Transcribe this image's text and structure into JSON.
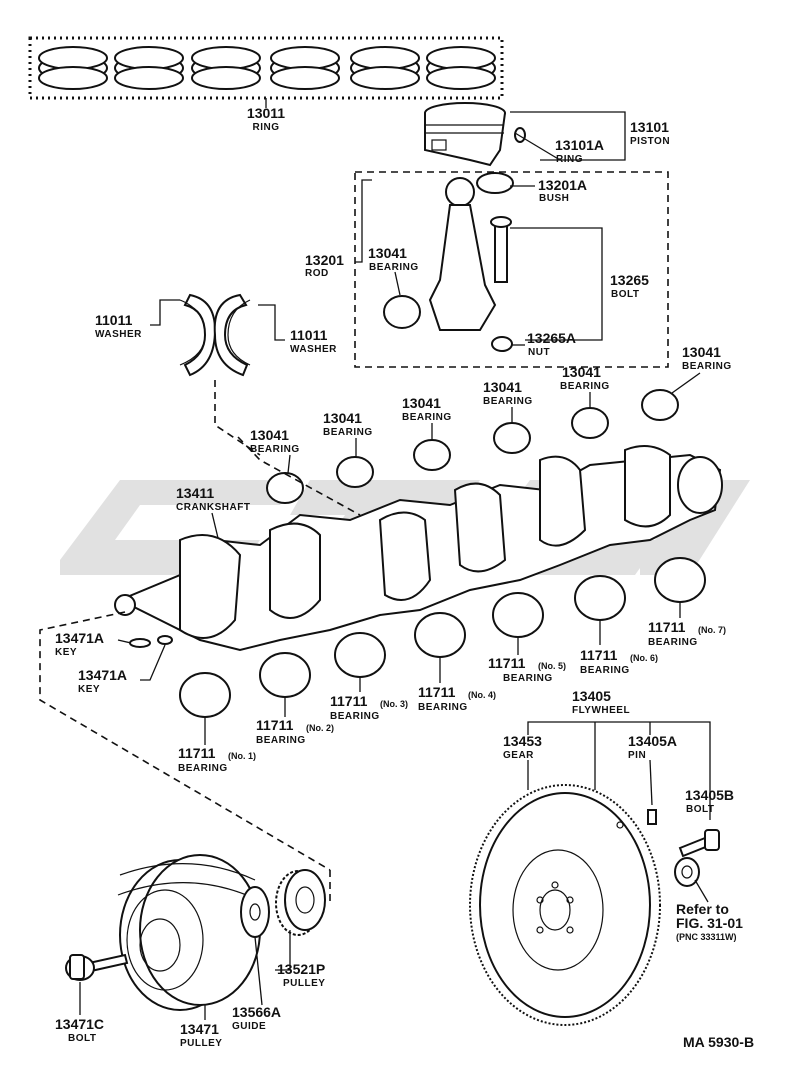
{
  "title_code": "MA 5930-B",
  "watermark_color": "#c9c9c9",
  "labels": {
    "ring": {
      "pn": "13011",
      "name": "RING"
    },
    "piston": {
      "pn": "13101",
      "name": "PISTON"
    },
    "piston_ring": {
      "pn": "13101A",
      "name": "RING"
    },
    "bush": {
      "pn": "13201A",
      "name": "BUSH"
    },
    "rod": {
      "pn": "13201",
      "name": "ROD"
    },
    "rod_bearing": {
      "pn": "13041",
      "name": "BEARING"
    },
    "bolt": {
      "pn": "13265",
      "name": "BOLT"
    },
    "nut": {
      "pn": "13265A",
      "name": "NUT"
    },
    "washer_left": {
      "pn": "11011",
      "name": "WASHER"
    },
    "washer_right": {
      "pn": "11011",
      "name": "WASHER"
    },
    "bearing_a": {
      "pn": "13041",
      "name": "BEARING"
    },
    "bearing_b": {
      "pn": "13041",
      "name": "BEARING"
    },
    "bearing_c": {
      "pn": "13041",
      "name": "BEARING"
    },
    "bearing_d": {
      "pn": "13041",
      "name": "BEARING"
    },
    "bearing_e": {
      "pn": "13041",
      "name": "BEARING"
    },
    "bearing_f": {
      "pn": "13041",
      "name": "BEARING"
    },
    "crankshaft": {
      "pn": "13411",
      "name": "CRANKSHAFT"
    },
    "key_a": {
      "pn": "13471A",
      "name": "KEY"
    },
    "key_b": {
      "pn": "13471A",
      "name": "KEY"
    },
    "main1": {
      "pn": "11711",
      "no": "(No. 1)",
      "name": "BEARING"
    },
    "main2": {
      "pn": "11711",
      "no": "(No. 2)",
      "name": "BEARING"
    },
    "main3": {
      "pn": "11711",
      "no": "(No. 3)",
      "name": "BEARING"
    },
    "main4": {
      "pn": "11711",
      "no": "(No. 4)",
      "name": "BEARING"
    },
    "main5": {
      "pn": "11711",
      "no": "(No. 5)",
      "name": "BEARING"
    },
    "main6": {
      "pn": "11711",
      "no": "(No. 6)",
      "name": "BEARING"
    },
    "main7": {
      "pn": "11711",
      "no": "(No. 7)",
      "name": "BEARING"
    },
    "flywheel": {
      "pn": "13405",
      "name": "FLYWHEEL"
    },
    "gear": {
      "pn": "13453",
      "name": "GEAR"
    },
    "pin": {
      "pn": "13405A",
      "name": "PIN"
    },
    "fly_bolt": {
      "pn": "13405B",
      "name": "BOLT"
    },
    "refer": {
      "line1": "Refer to",
      "line2": "FIG. 31-01",
      "line3": "(PNC 33311W)"
    },
    "pulley_bolt": {
      "pn": "13471C",
      "name": "BOLT"
    },
    "pulley": {
      "pn": "13471",
      "name": "PULLEY"
    },
    "guide": {
      "pn": "13566A",
      "name": "GUIDE"
    },
    "small_pulley": {
      "pn": "13521P",
      "name": "PULLEY"
    }
  }
}
